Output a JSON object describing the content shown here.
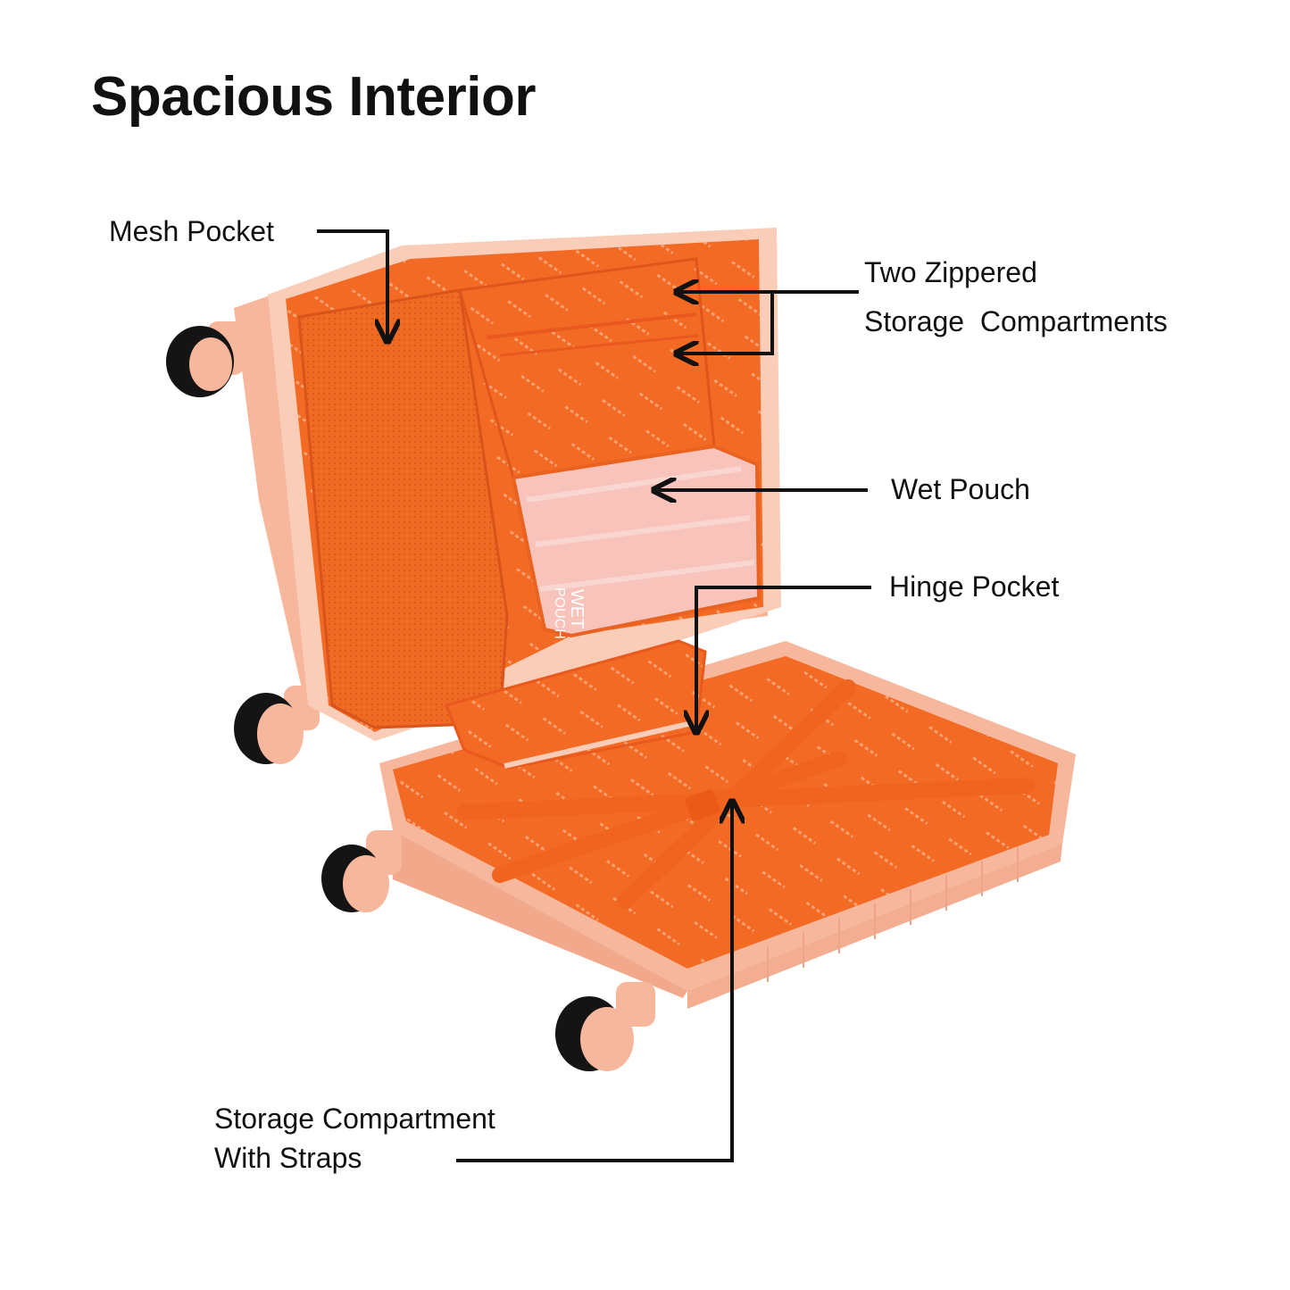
{
  "title": "Spacious Interior",
  "callouts": {
    "mesh_pocket": "Mesh Pocket",
    "zippered_line1": "Two Zippered",
    "zippered_line2": "Storage  Compartments",
    "wet_pouch": "Wet Pouch",
    "hinge_pocket": "Hinge Pocket",
    "straps_line1": "Storage Compartment",
    "straps_line2": "With Straps"
  },
  "product_print": {
    "pouch_label_line1": "WET",
    "pouch_label_line2": "POUCH"
  },
  "colors": {
    "lining": "#f26a24",
    "lining_dark": "#d9541a",
    "shell": "#f6b79c",
    "shell_light": "#f9cdb8",
    "pouch": "#f7c3bb",
    "wheel": "#141414",
    "leader_line": "#111111"
  }
}
